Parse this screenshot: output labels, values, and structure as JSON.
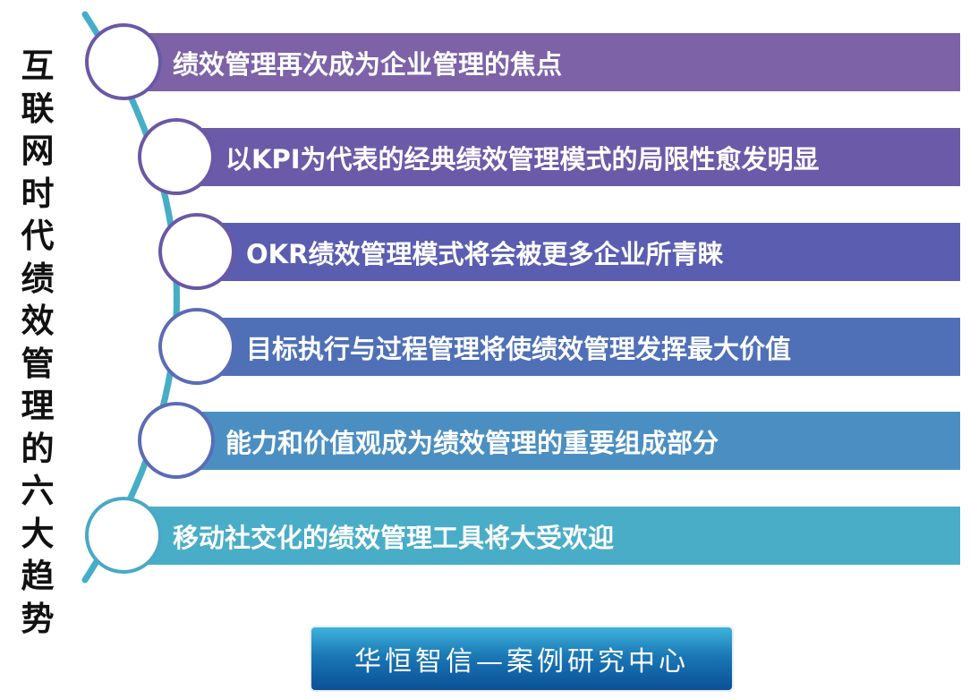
{
  "title": "互联网时代绩效管理的六大趋势",
  "trends": [
    {
      "label": "绩效管理再次成为企业管理的焦点",
      "color": "#7d62a8"
    },
    {
      "label": "以KPI为代表的经典绩效管理模式的局限性愈发明显",
      "color": "#6b5aa8"
    },
    {
      "label": "OKR绩效管理模式将会被更多企业所青睐",
      "color": "#5a5db0"
    },
    {
      "label": "目标执行与过程管理将使绩效管理发挥最大价值",
      "color": "#4f70b7"
    },
    {
      "label": "能力和价值观成为绩效管理的重要组成部分",
      "color": "#4b8fc2"
    },
    {
      "label": "移动社交化的绩效管理工具将大受欢迎",
      "color": "#49adc7"
    }
  ],
  "footer": "华恒智信—案例研究中心",
  "arc_color": "#45aec6"
}
